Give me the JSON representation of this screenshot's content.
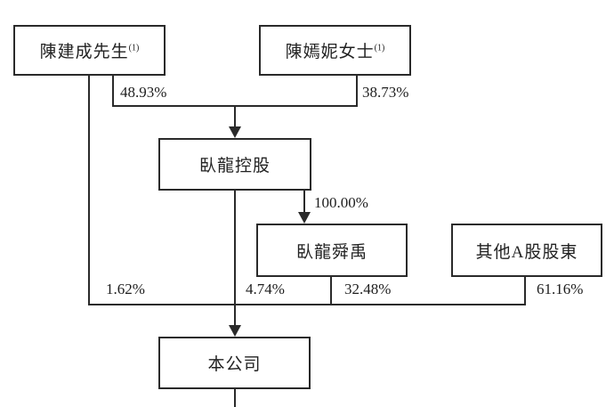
{
  "diagram": {
    "nodes": {
      "chen_jiancheng": {
        "label": "陳建成先生",
        "footnote": "(1)"
      },
      "chen_yanni": {
        "label": "陳嫣妮女士",
        "footnote": "(1)"
      },
      "wolong_holdings": {
        "label": "臥龍控股"
      },
      "wolong_shunyu": {
        "label": "臥龍舜禹"
      },
      "other_a_shareholders": {
        "label": "其他A股股東"
      },
      "company": {
        "label": "本公司"
      }
    },
    "percentages": {
      "chen_jiancheng_to_holdings": "48.93%",
      "chen_yanni_to_holdings": "38.73%",
      "holdings_to_shunyu": "100.00%",
      "chen_jiancheng_to_company": "1.62%",
      "holdings_to_company": "4.74%",
      "shunyu_to_company": "32.48%",
      "other_to_company": "61.16%"
    },
    "colors": {
      "line": "#2a2a2a",
      "text": "#1e1e1e",
      "background": "#ffffff"
    }
  }
}
